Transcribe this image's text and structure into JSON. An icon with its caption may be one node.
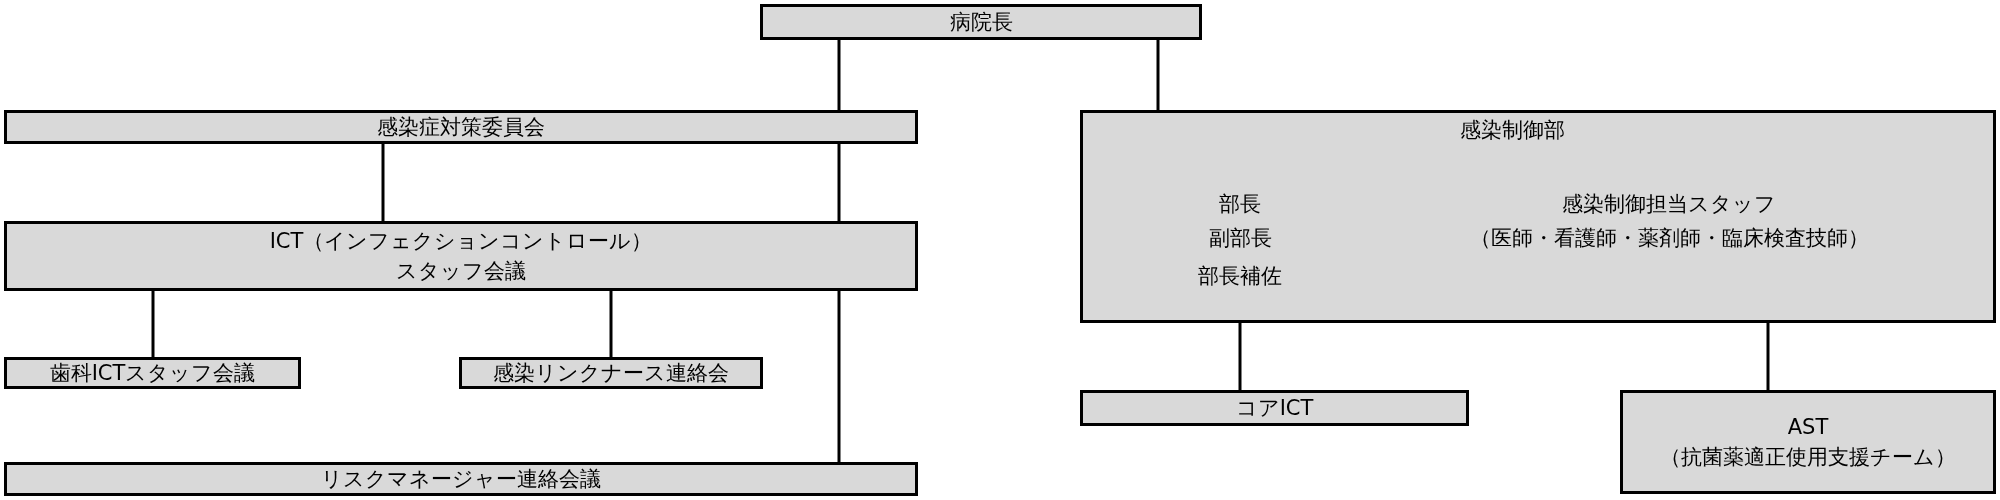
{
  "diagram": {
    "nodes": [
      {
        "text": [
          "病院長"
        ]
      },
      {
        "text": [
          "感染症対策委員会"
        ]
      },
      {
        "text": [
          "感染制御部",
          "部長",
          "副部長",
          "部長補佐",
          "感染制御担当スタッフ",
          "（医師・看護師・薬剤師・臨床検査技師）"
        ]
      },
      {
        "text": [
          "ICT（インフェクションコントロール）",
          "スタッフ会議"
        ]
      },
      {
        "text": [
          "歯科ICTスタッフ会議"
        ]
      },
      {
        "text": [
          "感染リンクナース連絡会"
        ]
      },
      {
        "text": [
          "コアICT"
        ]
      },
      {
        "text": [
          "AST",
          "（抗菌薬適正使用支援チーム）"
        ]
      },
      {
        "text": [
          "リスクマネージャー連絡会議"
        ]
      }
    ],
    "edges": [
      {
        "from": 0,
        "to": 1,
        "arrow": "none"
      },
      {
        "from": 0,
        "to": 2,
        "arrow": "none"
      },
      {
        "from": 1,
        "to": 3,
        "arrow": "none"
      },
      {
        "from": 3,
        "to": 8,
        "arrow": "none"
      },
      {
        "from": 1,
        "to": 3,
        "arrow": "none"
      },
      {
        "from": 3,
        "to": 4,
        "arrow": "none"
      },
      {
        "from": 3,
        "to": 5,
        "arrow": "none"
      },
      {
        "from": 2,
        "to": 6,
        "arrow": "none"
      },
      {
        "from": 2,
        "to": 7,
        "arrow": "none"
      }
    ]
  }
}
